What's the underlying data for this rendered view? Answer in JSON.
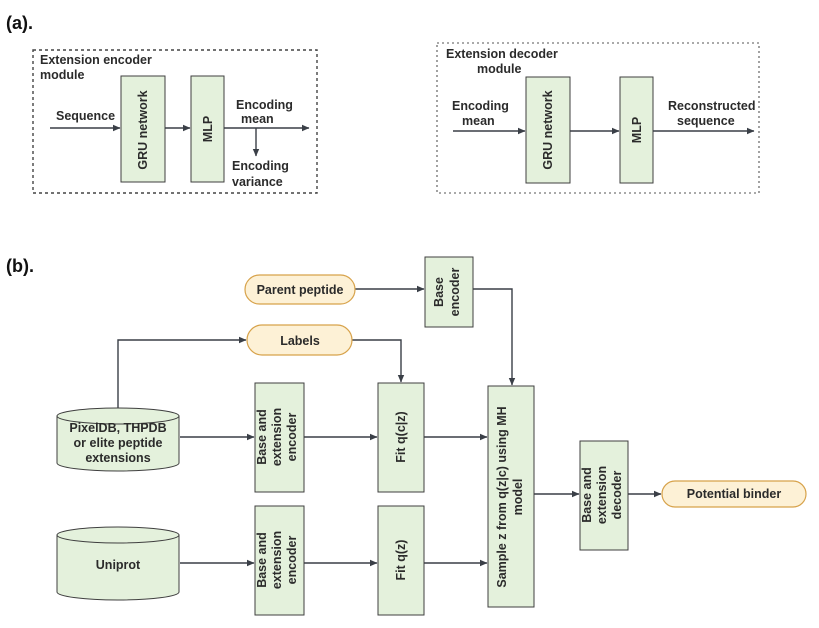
{
  "panel_a": {
    "label": "(a).",
    "encoder": {
      "title_line1": "Extension encoder",
      "title_line2": "module",
      "input_label": "Sequence",
      "gru_label": "GRU network",
      "mlp_label": "MLP",
      "mean_line1": "Encoding",
      "mean_line2": "mean",
      "var_line1": "Encoding",
      "var_line2": "variance"
    },
    "decoder": {
      "title_line1": "Extension decoder",
      "title_line2": "module",
      "input_line1": "Encoding",
      "input_line2": "mean",
      "gru_label": "GRU network",
      "mlp_label": "MLP",
      "output_line1": "Reconstructed",
      "output_line2": "sequence"
    }
  },
  "panel_b": {
    "label": "(b).",
    "parent_peptide": "Parent peptide",
    "base_encoder_line1": "Base",
    "base_encoder_line2": "encoder",
    "labels": "Labels",
    "db_line1": "PixelDB, THPDB",
    "db_line2": "or elite peptide",
    "db_line3": "extensions",
    "uniprot": "Uniprot",
    "enc_top_line1": "Base and",
    "enc_top_line2": "extension",
    "enc_top_line3": "encoder",
    "enc_bot_line1": "Base and",
    "enc_bot_line2": "extension",
    "enc_bot_line3": "encoder",
    "fit_qcz": "Fit q(c|z)",
    "fit_qz": "Fit q(z)",
    "sample_line1": "Sample z from q(z|c) using MH",
    "sample_line2": "model",
    "dec_line1": "Base and",
    "dec_line2": "extension",
    "dec_line3": "decoder",
    "potential_binder": "Potential binder"
  },
  "colors": {
    "box_fill": "#e4f1dc",
    "pill_fill": "#fdf1d6",
    "pill_stroke": "#d7a24a",
    "line": "#3a3f47"
  }
}
